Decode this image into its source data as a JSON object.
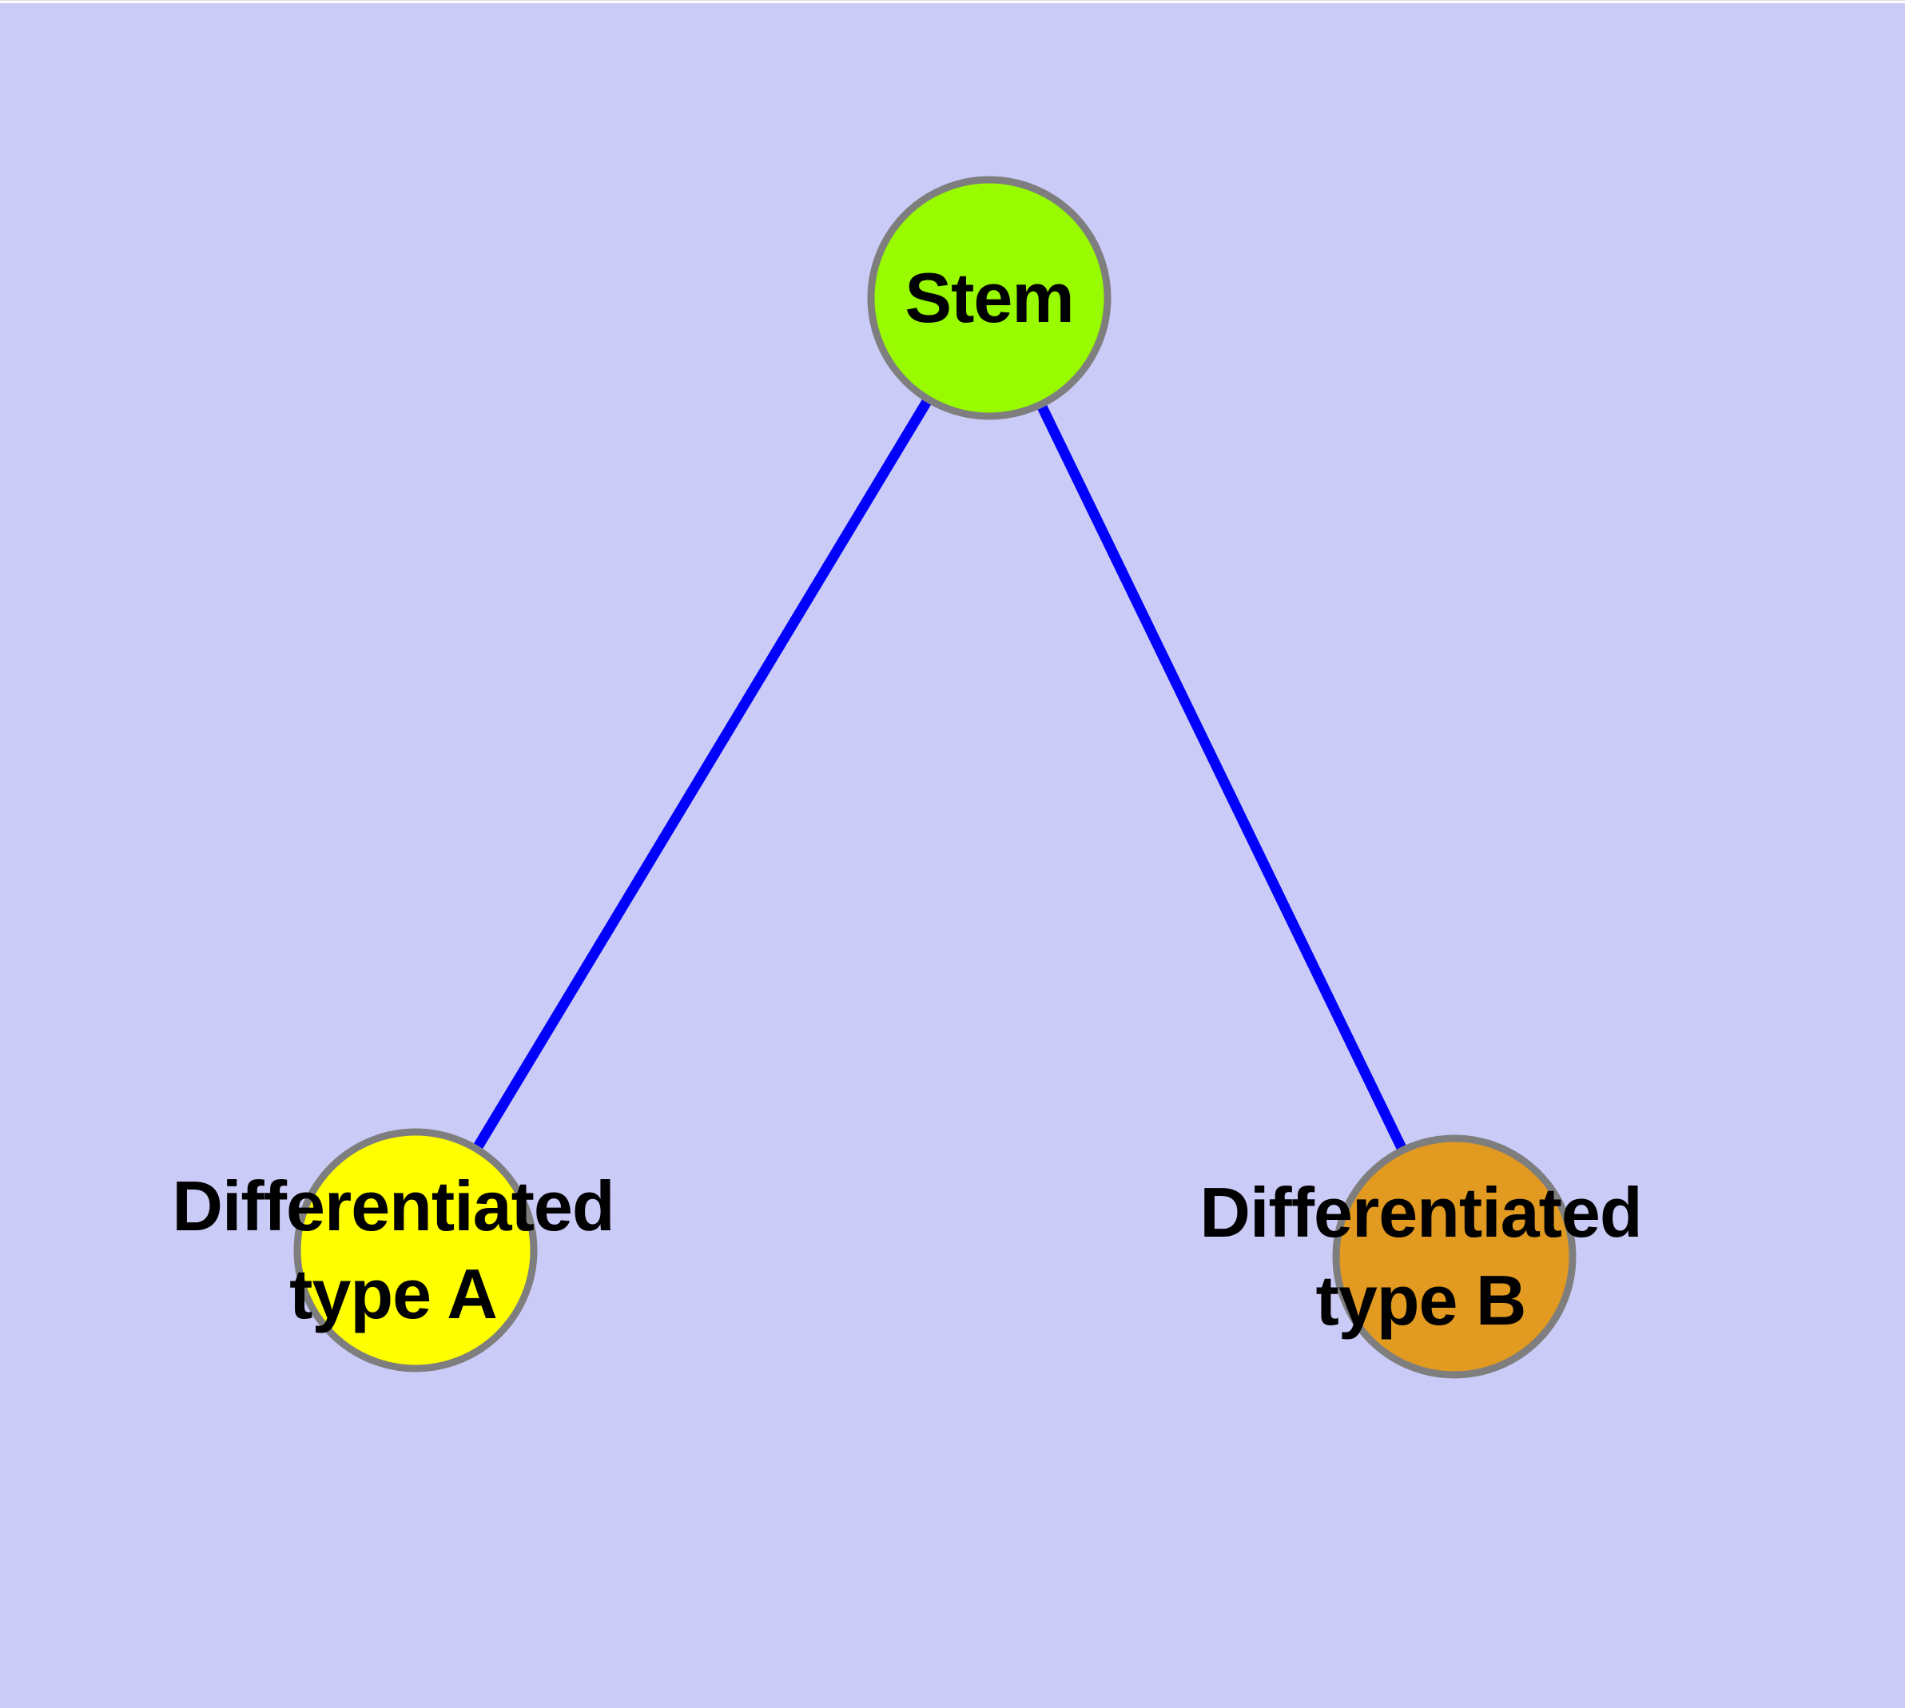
{
  "canvas": {
    "background": "#CBCBF8",
    "top_strip_color": "#FDFDFF"
  },
  "graph": {
    "edge_color": "#0000FB",
    "node_border_color": "#7E7E7E",
    "label_color": "#000000",
    "nodes": [
      {
        "id": "stem",
        "label": "Stem",
        "lines": [
          "Stem"
        ],
        "fill": "#98FB00"
      },
      {
        "id": "differentiated-type-a",
        "label": "Differentiated type A",
        "lines": [
          "Differentiated",
          "type A"
        ],
        "fill": "#FFFF00"
      },
      {
        "id": "differentiated-type-b",
        "label": "Differentiated type B",
        "lines": [
          "Differentiated",
          "type B"
        ],
        "fill": "#E29A20"
      }
    ],
    "edges": [
      {
        "from": "Stem",
        "to": "Differentiated type A"
      },
      {
        "from": "Stem",
        "to": "Differentiated type B"
      }
    ]
  }
}
